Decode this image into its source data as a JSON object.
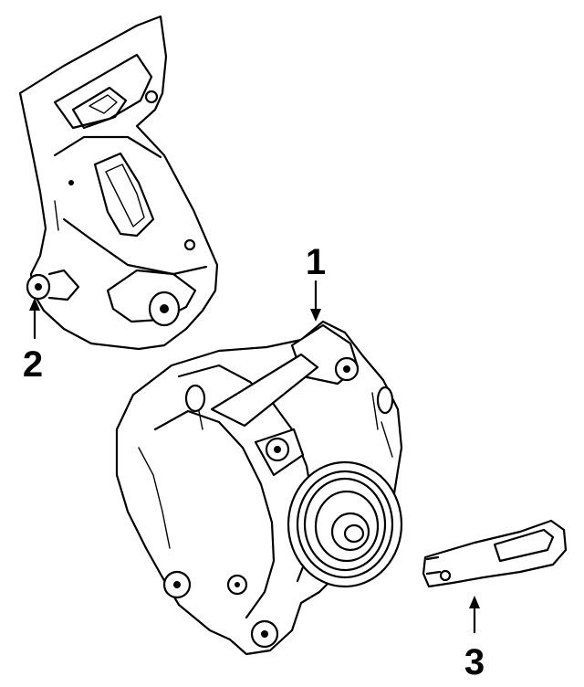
{
  "diagram": {
    "parts": [
      {
        "id": "part-1",
        "callout": "1",
        "icon": "alternator"
      },
      {
        "id": "part-2",
        "callout": "2",
        "icon": "mounting-bracket"
      },
      {
        "id": "part-3",
        "callout": "3",
        "icon": "adjusting-strap"
      }
    ]
  }
}
